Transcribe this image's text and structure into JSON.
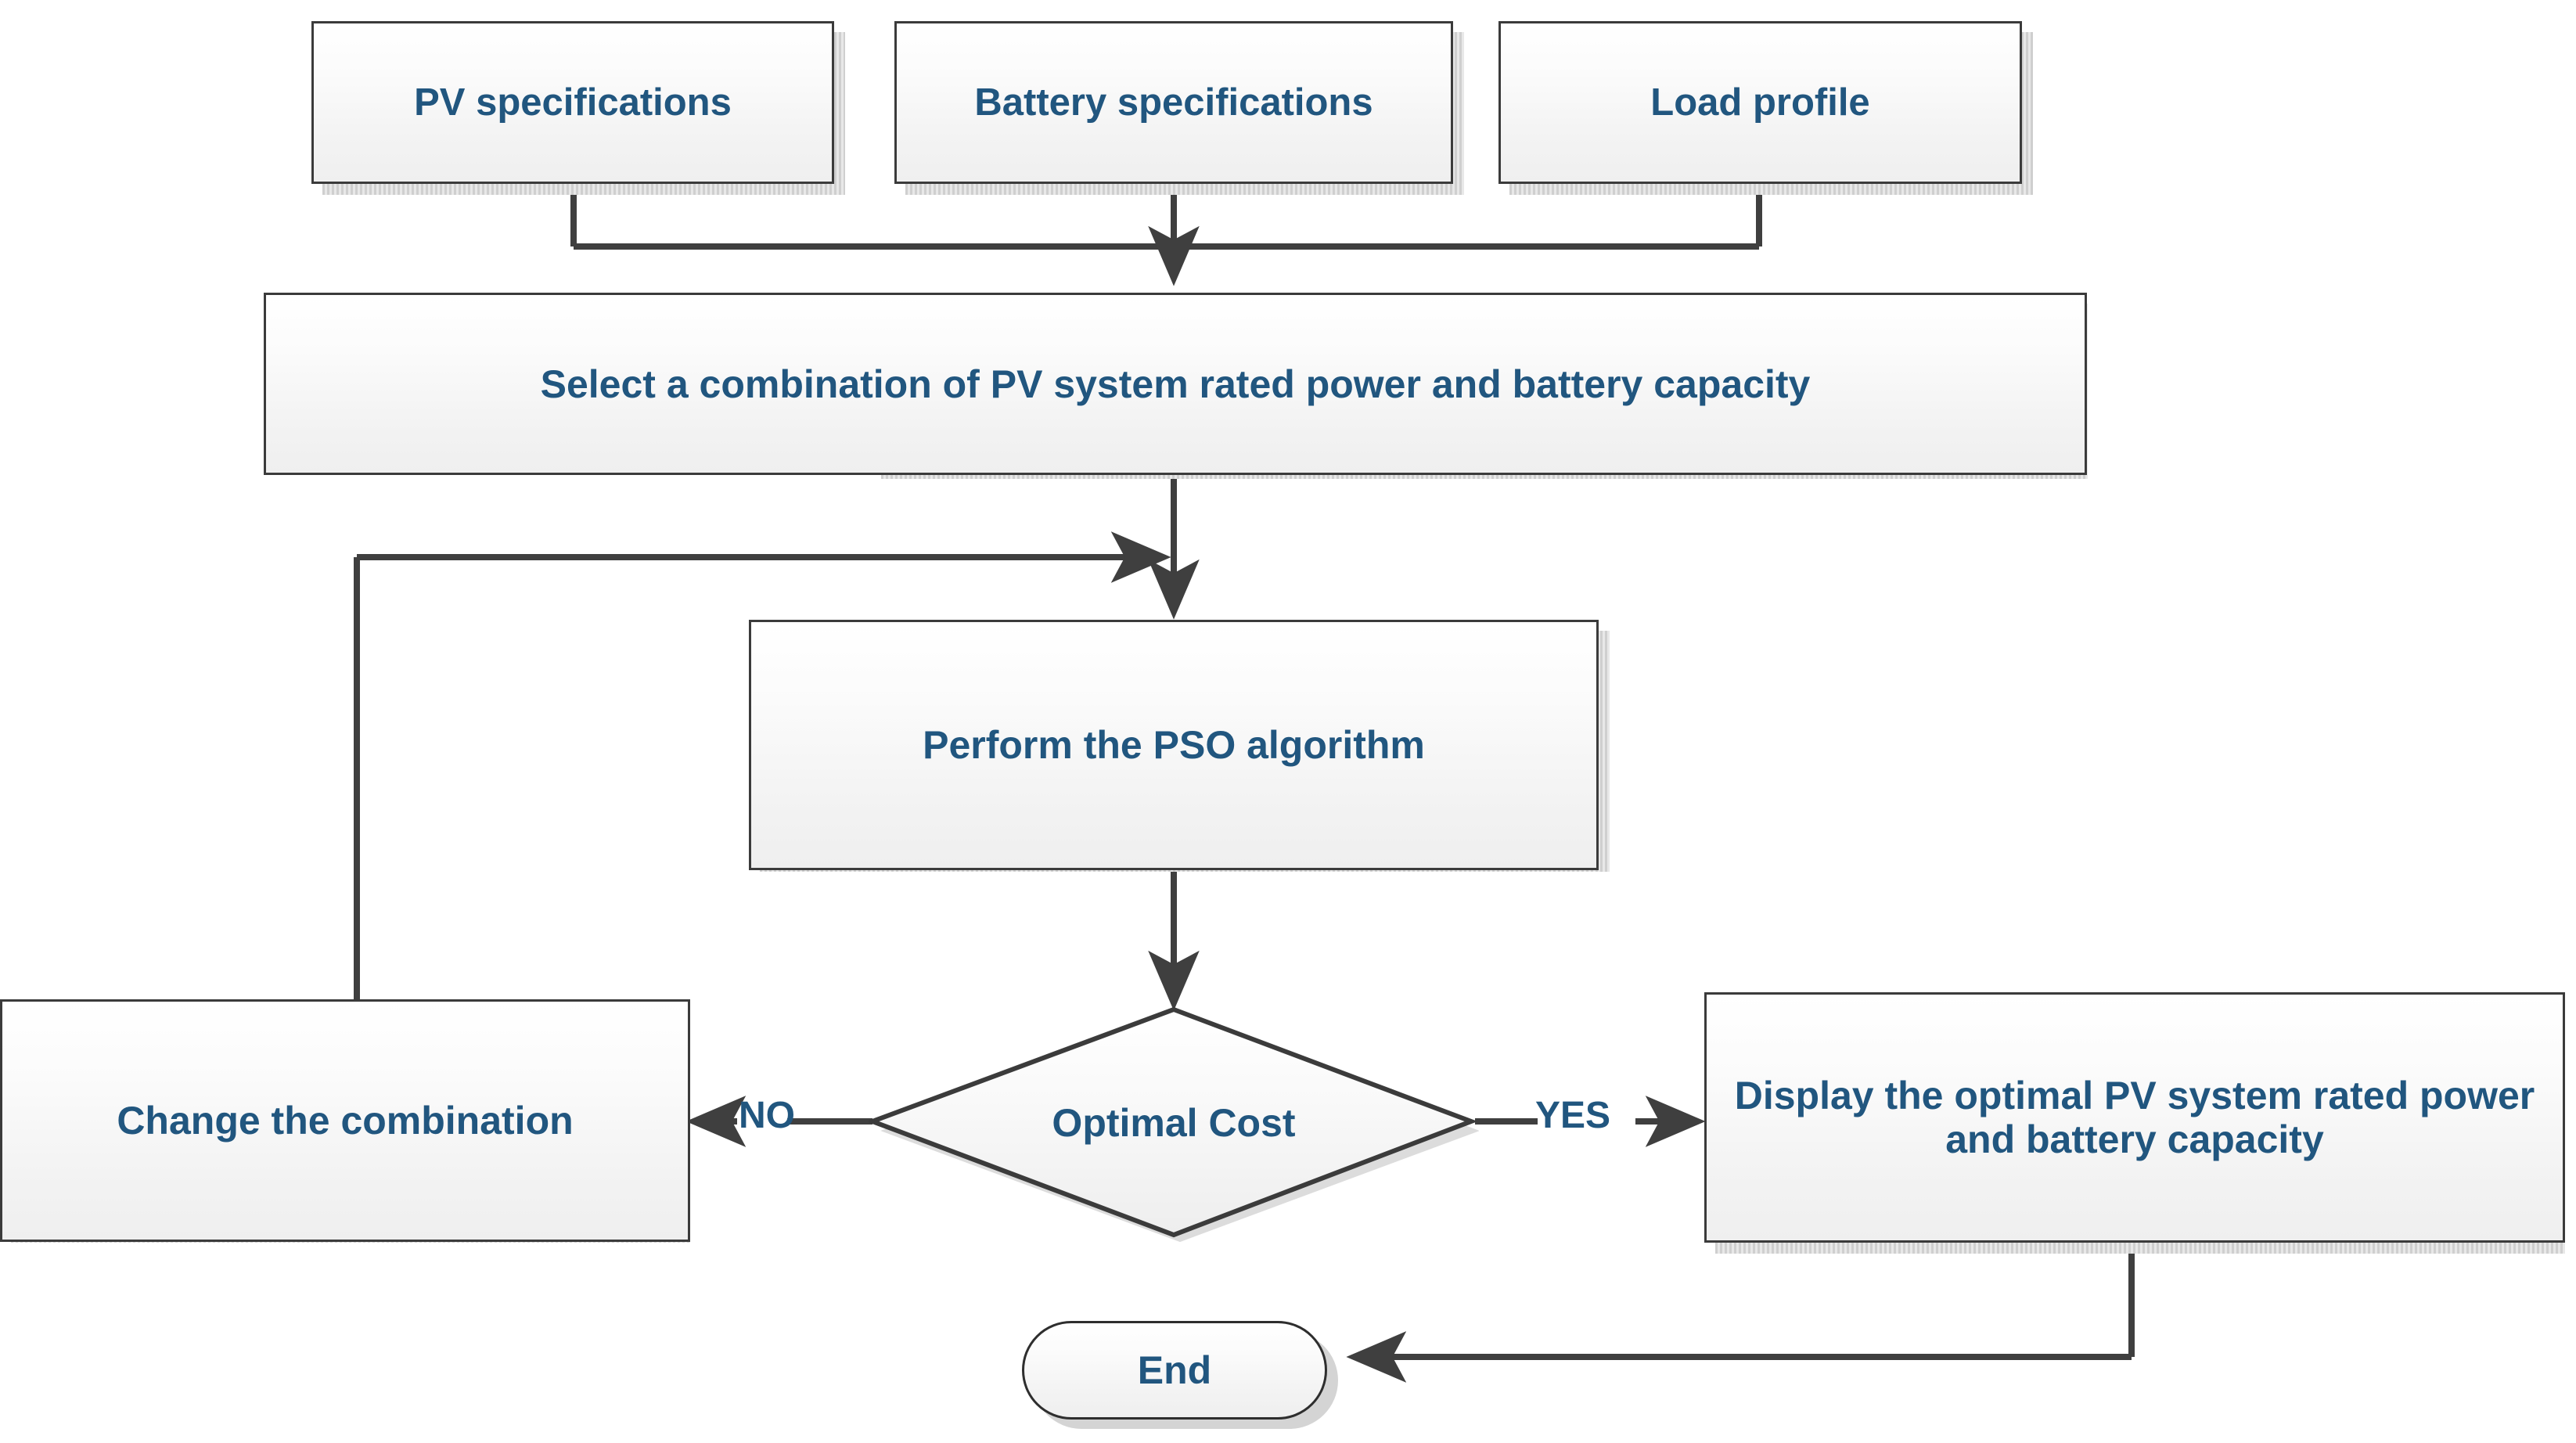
{
  "diagram": {
    "title": "PV system sizing PSO optimization flowchart",
    "colors": {
      "node_text": "#21567f",
      "node_border": "#3b3b3b",
      "connector": "#3f3f3f",
      "node_fill_top": "#ffffff",
      "node_fill_bottom": "#efefef",
      "shadow": "#d4d4d4",
      "background": "#ffffff"
    },
    "nodes": [
      {
        "id": "pv-specifications",
        "label": "PV specifications",
        "shape": "process"
      },
      {
        "id": "battery-specifications",
        "label": "Battery specifications",
        "shape": "process"
      },
      {
        "id": "load-profile",
        "label": "Load profile",
        "shape": "process"
      },
      {
        "id": "select-combination",
        "label": "Select a combination of PV system rated power and battery capacity",
        "shape": "process"
      },
      {
        "id": "perform-pso",
        "label": "Perform the PSO algorithm",
        "shape": "process"
      },
      {
        "id": "optimal-cost",
        "label": "Optimal Cost",
        "shape": "decision"
      },
      {
        "id": "change-combination",
        "label": "Change the combination",
        "shape": "process"
      },
      {
        "id": "display-optimal",
        "label": "Display the optimal PV system rated power and battery capacity",
        "shape": "process"
      },
      {
        "id": "end",
        "label": "End",
        "shape": "terminator"
      }
    ],
    "edge_labels": {
      "no": "NO",
      "yes": "YES"
    },
    "edges": [
      {
        "from": "pv-specifications",
        "to": "select-combination",
        "label": ""
      },
      {
        "from": "battery-specifications",
        "to": "select-combination",
        "label": ""
      },
      {
        "from": "load-profile",
        "to": "select-combination",
        "label": ""
      },
      {
        "from": "select-combination",
        "to": "perform-pso",
        "label": ""
      },
      {
        "from": "perform-pso",
        "to": "optimal-cost",
        "label": ""
      },
      {
        "from": "optimal-cost",
        "to": "change-combination",
        "label": "NO"
      },
      {
        "from": "optimal-cost",
        "to": "display-optimal",
        "label": "YES"
      },
      {
        "from": "change-combination",
        "to": "perform-pso",
        "label": ""
      },
      {
        "from": "display-optimal",
        "to": "end",
        "label": ""
      }
    ]
  }
}
